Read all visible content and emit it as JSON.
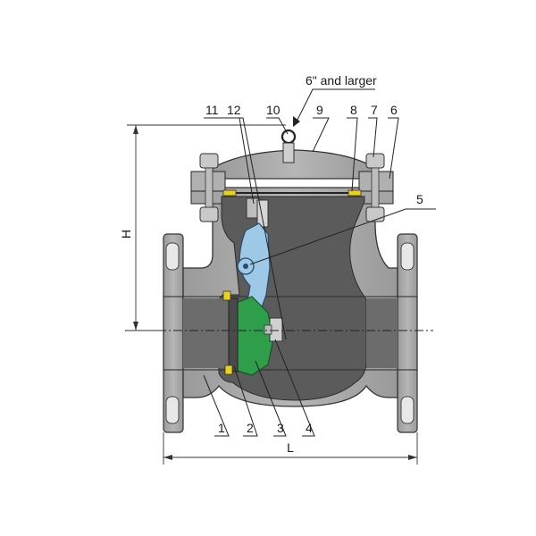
{
  "diagram": {
    "note": "6\" and larger",
    "dimensions": {
      "height_label": "H",
      "length_label": "L"
    },
    "part_numbers": [
      "1",
      "2",
      "3",
      "4",
      "5",
      "6",
      "7",
      "8",
      "9",
      "10",
      "11",
      "12"
    ],
    "colors": {
      "body": "#a9a9a9",
      "body_outline": "#333333",
      "cavity": "#5a5a5a",
      "hinge_arm": "#9ec9e6",
      "disc": "#2e9e4a",
      "seat_ring": "#e8d21c",
      "bolt": "#bdbdbd"
    }
  }
}
